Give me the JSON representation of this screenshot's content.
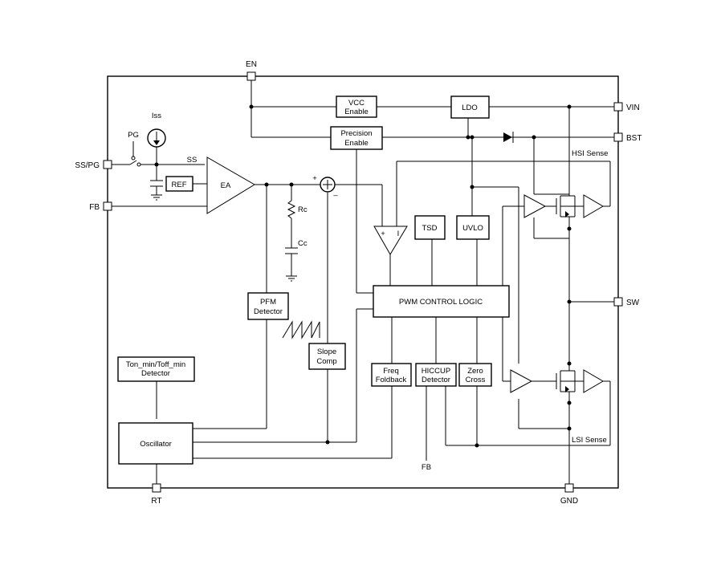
{
  "pins": {
    "en": "EN",
    "vin": "VIN",
    "bst": "BST",
    "sw": "SW",
    "ss_pg": "SS/PG",
    "fb": "FB",
    "rt": "RT",
    "gnd": "GND"
  },
  "blocks": {
    "vcc_enable": [
      "VCC",
      "Enable"
    ],
    "ldo": "LDO",
    "precision_enable": [
      "Precision",
      "Enable"
    ],
    "ref": "REF",
    "ea": "EA",
    "tsd": "TSD",
    "uvlo": "UVLO",
    "pwm_control_logic": "PWM CONTROL LOGIC",
    "pfm_detector": [
      "PFM",
      "Detector"
    ],
    "slope_comp": [
      "Slope",
      "Comp"
    ],
    "freq_foldback": [
      "Freq",
      "Foldback"
    ],
    "hiccup_detector": [
      "HICCUP",
      "Detector"
    ],
    "zero_cross": [
      "Zero",
      "Cross"
    ],
    "ton_toff_detector": [
      "Ton_min/Toff_min",
      "Detector"
    ],
    "oscillator": "Oscillator"
  },
  "labels": {
    "pg": "PG",
    "iss": "Iss",
    "ss": "SS",
    "rc": "Rc",
    "cc": "Cc",
    "hsi_sense": "HSI Sense",
    "lsi_sense": "LSI Sense",
    "fb_bottom": "FB",
    "plus": "+",
    "minus": "–",
    "comp_plus": "+",
    "comp_minus": "I"
  },
  "colors": {
    "line": "#000000",
    "background": "#ffffff"
  }
}
